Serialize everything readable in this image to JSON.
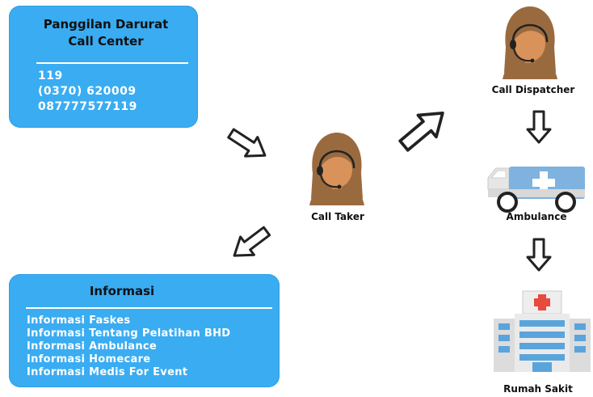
{
  "call_center": {
    "title_line1": "Panggilan Darurat",
    "title_line2": "Call Center",
    "numbers": [
      "119",
      "(0370) 620009",
      "087777577119"
    ]
  },
  "info": {
    "title": "Informasi",
    "items": [
      "Informasi Faskes",
      "Informasi Tentang Pelatihan BHD",
      "Informasi Ambulance",
      "Informasi Homecare",
      "Informasi Medis For Event"
    ]
  },
  "nodes": {
    "call_taker": "Call Taker",
    "call_dispatcher": "Call Dispatcher",
    "ambulance": "Ambulance",
    "hospital": "Rumah Sakit"
  },
  "colors": {
    "box_blue": "#3aacf2",
    "hair": "#9a6a3f",
    "skin": "#d9935a",
    "ambulance_blue": "#7fb2de",
    "cross_red": "#e84a3c",
    "hospital_blue": "#5aa4dc"
  },
  "icons": [
    "operator-headset-icon",
    "ambulance-icon",
    "hospital-icon",
    "arrow-icon"
  ]
}
